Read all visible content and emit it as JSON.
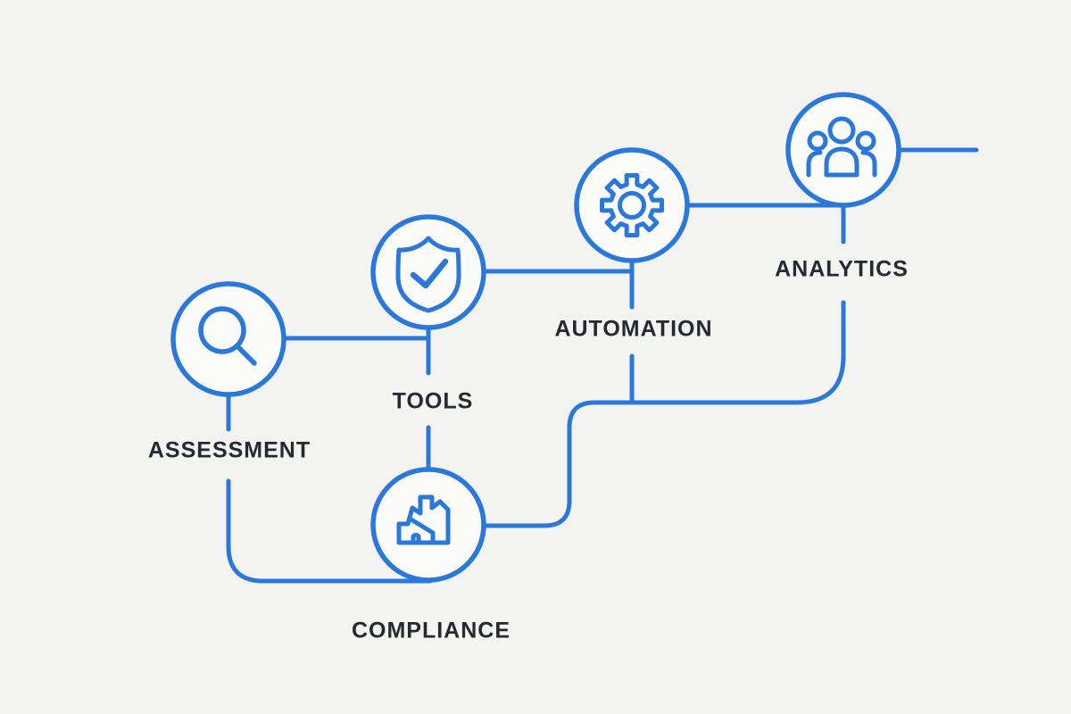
{
  "page": {
    "background_color": "#f3f3f2"
  },
  "palette": {
    "accent_blue": "#2a78dc",
    "node_fill": "#fbfbfa",
    "label_color": "#26292e"
  },
  "diagram": {
    "type": "process-flow",
    "nodes": [
      {
        "label": "ASSESSMENT",
        "icon": "magnifier-icon"
      },
      {
        "label": "TOOLS",
        "icon": "shield-check-icon"
      },
      {
        "label": "COMPLIANCE",
        "icon": "building-icon"
      },
      {
        "label": "AUTOMATION",
        "icon": "gear-icon"
      },
      {
        "label": "ANALYTICS",
        "icon": "people-group-icon"
      }
    ]
  }
}
